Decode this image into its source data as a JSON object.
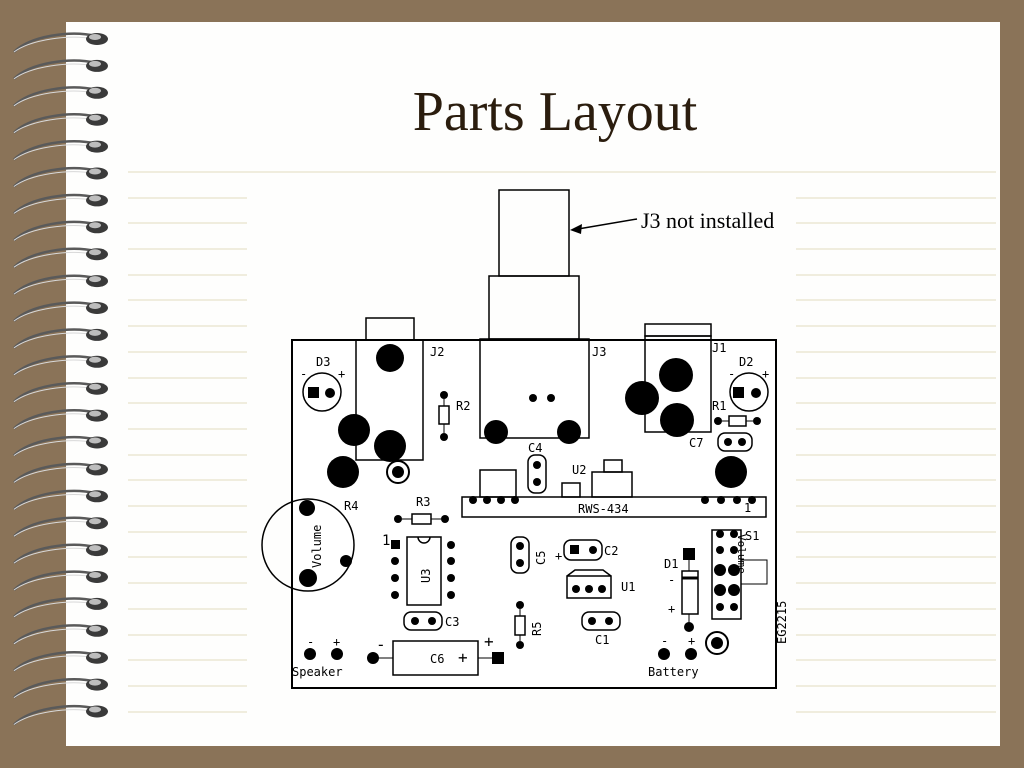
{
  "slide": {
    "title": "Parts Layout",
    "annotation": "J3 not installed"
  },
  "board": {
    "silkscreen": [
      "J2",
      "J3",
      "J1",
      "D3",
      "D2",
      "R2",
      "R1",
      "C4",
      "C7",
      "U2",
      "R3",
      "R4",
      "RWS-434",
      "1",
      "Volume",
      "1",
      "U3",
      "C5",
      "C2",
      "C3",
      "S1",
      "D1",
      "U1",
      "R5",
      "C1",
      "C6",
      "Speaker",
      "Battery",
      "EG2215"
    ],
    "polarity": [
      "-",
      "+",
      "-",
      "+",
      "+",
      "-",
      "+",
      "-",
      "+",
      "-",
      "+",
      "-",
      "+"
    ]
  },
  "colors": {
    "paper": "#fefefd",
    "background": "#8a7358",
    "rule": "#e2dcc0",
    "ink": "#000000",
    "title": "#2b1d0e"
  }
}
